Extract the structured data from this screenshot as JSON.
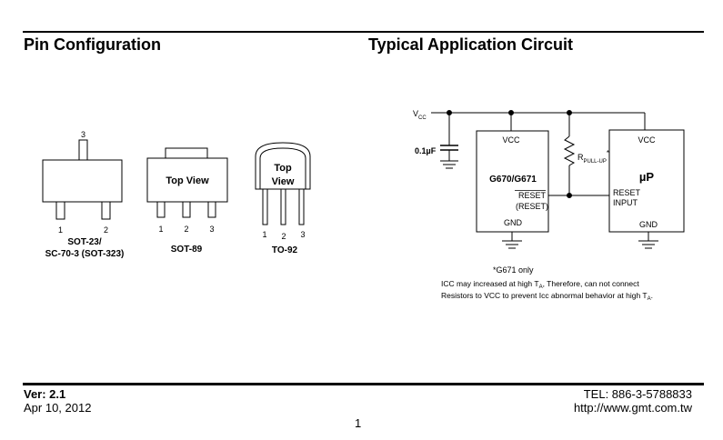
{
  "headings": {
    "pin_config": "Pin Configuration",
    "typical_app": "Typical Application Circuit"
  },
  "packages": {
    "sot23": {
      "pins": [
        "1",
        "2",
        "3"
      ],
      "name_line1": "SOT-23/",
      "name_line2": "SC-70-3 (SOT-323)"
    },
    "sot89": {
      "view_label": "Top View",
      "pins": [
        "1",
        "2",
        "3"
      ],
      "name": "SOT-89"
    },
    "to92": {
      "view_line1": "Top",
      "view_line2": "View",
      "pins": [
        "1",
        "2",
        "3"
      ],
      "name": "TO-92"
    }
  },
  "circuit": {
    "vcc_main": "V",
    "vcc_main_sub": "CC",
    "cap_label": "0.1µF",
    "chip_vcc": "VCC",
    "chip_name": "G670/G671",
    "chip_reset": "RESET",
    "chip_reset_paren": "(RESET)",
    "chip_gnd": "GND",
    "resistor_label": "R",
    "resistor_sub": "PULL-UP",
    "resistor_star": "*",
    "up_vcc": "VCC",
    "up_name": "µP",
    "up_reset_line1": "RESET",
    "up_reset_line2": "INPUT",
    "up_gnd": "GND"
  },
  "notes": {
    "g671_only": "*G671 only",
    "line1_pre": "ICC may increased at high T",
    "line1_sub": "A",
    "line1_post": ", Therefore, can not connect",
    "line2_pre": "Resistors to VCC to prevent Icc abnormal behavior at high T",
    "line2_sub": "A",
    "line2_post": "."
  },
  "footer": {
    "version": "Ver: 2.1",
    "date": "Apr 10, 2012",
    "page_number": "1",
    "tel": "TEL: 886-3-5788833",
    "url": "http://www.gmt.com.tw"
  }
}
